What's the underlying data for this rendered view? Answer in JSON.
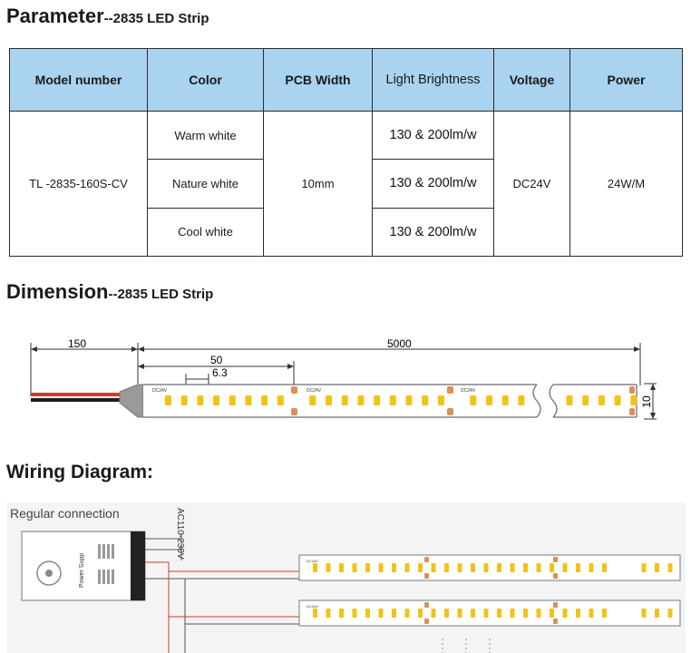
{
  "sections": {
    "parameter": {
      "title": "Parameter",
      "subtitle": "--2835 LED Strip"
    },
    "dimension": {
      "title": "Dimension",
      "subtitle": "--2835 LED Strip"
    },
    "wiring": {
      "title": "Wiring Diagram:"
    }
  },
  "table": {
    "headers": [
      "Model number",
      "Color",
      "PCB Width",
      "Light Brightness",
      "Voltage",
      "Power"
    ],
    "model": "TL -2835-160S-CV",
    "colors": [
      "Warm white",
      "Nature white",
      "Cool white"
    ],
    "pcb_width": "10mm",
    "brightness": [
      "130 & 200lm/w",
      "130 & 200lm/w",
      "130 & 200lm/w"
    ],
    "voltage": "DC24V",
    "power": "24W/M"
  },
  "dimension": {
    "lead_length": "150",
    "strip_length": "5000",
    "segment_length": "50",
    "led_pitch": "6.3",
    "width": "10",
    "pcb_label": "DC24V"
  },
  "wiring": {
    "caption": "Regular connection",
    "input_label": "AC110-230V",
    "power_supply_label": "Power Supp",
    "pcb_label": "DC24V"
  },
  "colors": {
    "header_bg": "#a9d3ee",
    "led_yellow": "#f2c21a",
    "pad_orange": "#d9905a",
    "wire_red": "#d23a2a",
    "wire_black": "#1e1e1e"
  }
}
